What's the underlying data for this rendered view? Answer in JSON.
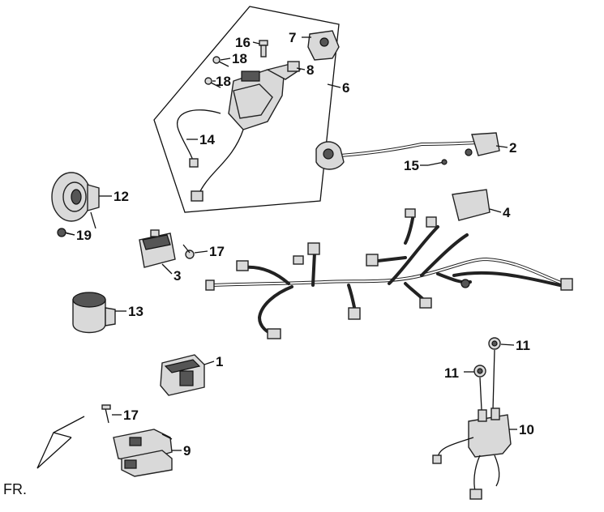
{
  "callouts": {
    "c1": "1",
    "c2": "2",
    "c3": "3",
    "c4": "4",
    "c6": "6",
    "c7": "7",
    "c8": "8",
    "c9": "9",
    "c10": "10",
    "c11a": "11",
    "c11b": "11",
    "c12": "12",
    "c13": "13",
    "c14": "14",
    "c15": "15",
    "c16": "16",
    "c17a": "17",
    "c17b": "17",
    "c18a": "18",
    "c18b": "18",
    "c19": "19"
  },
  "direction_label": "FR.",
  "colors": {
    "line": "#111111",
    "part_fill": "#d9d9d9",
    "background": "#ffffff"
  }
}
